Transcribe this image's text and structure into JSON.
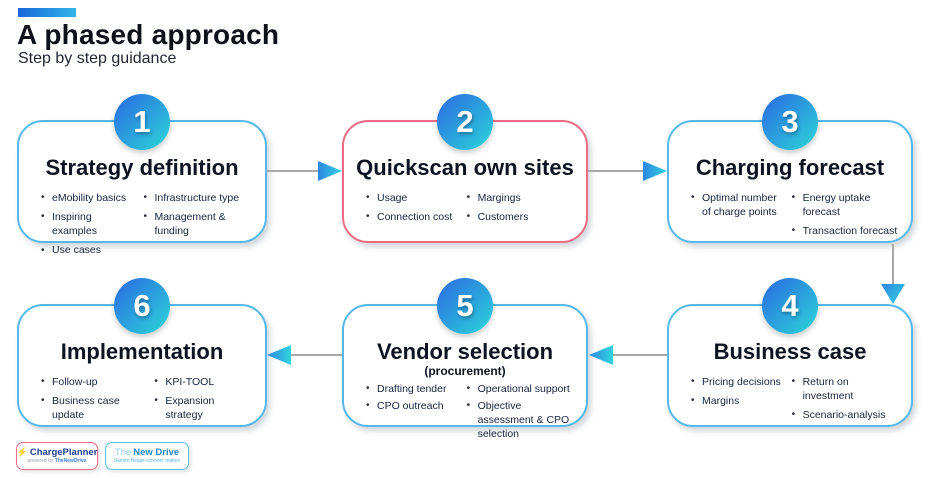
{
  "header": {
    "title": "A phased approach",
    "subtitle": "Step by step guidance"
  },
  "phases": [
    {
      "number": "1",
      "title": "Strategy definition",
      "bullets_left": [
        "eMobility basics",
        "Inspiring examples",
        "Use cases"
      ],
      "bullets_right": [
        "Infrastructure type",
        "Management & funding"
      ]
    },
    {
      "number": "2",
      "title": "Quickscan own sites",
      "bullets_left": [
        "Usage",
        "Connection cost"
      ],
      "bullets_right": [
        "Margings",
        "Customers"
      ]
    },
    {
      "number": "3",
      "title": "Charging forecast",
      "bullets_left": [
        "Optimal number of charge points"
      ],
      "bullets_right": [
        "Energy uptake forecast",
        "Transaction forecast"
      ]
    },
    {
      "number": "4",
      "title": "Business case",
      "bullets_left": [
        "Pricing decisions",
        "Margins"
      ],
      "bullets_right": [
        "Return on investment",
        "Scenario-analysis"
      ]
    },
    {
      "number": "5",
      "title": "Vendor selection",
      "subtitle": "(procurement)",
      "bullets_left": [
        "Drafting tender",
        "CPO outreach"
      ],
      "bullets_right": [
        "Operational support",
        "Objective assessment & CPO selection"
      ]
    },
    {
      "number": "6",
      "title": "Implementation",
      "bullets_left": [
        "Follow-up",
        "Business case update"
      ],
      "bullets_right": [
        "KPI-TOOL",
        "Expansion strategy"
      ]
    }
  ],
  "logos": {
    "chargeplanner": {
      "icon_glyph": "⚡",
      "name": "ChargePlanner",
      "tagline_prefix": "powered by ",
      "tagline_brand": "TheNewDrive"
    },
    "new_drive": {
      "prefix": "The",
      "name": "New Drive",
      "tagline": "Samen België schoner maken"
    }
  },
  "colors": {
    "accent_blue": "#2b74e1",
    "accent_cyan": "#2bcbda",
    "box_border_blue": "#55b8ea",
    "box_border_pink": "#ed6b85",
    "connector_gray": "#a8a8a8"
  }
}
